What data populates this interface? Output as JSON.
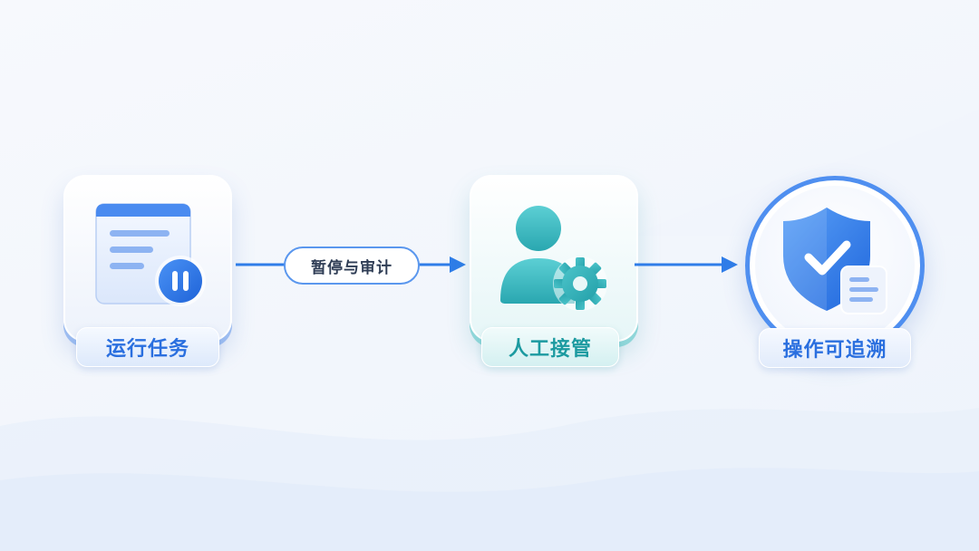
{
  "nodes": [
    {
      "label": "运行任务",
      "icon": "task-pause-icon"
    },
    {
      "label": "人工接管",
      "icon": "user-gear-icon"
    },
    {
      "label": "操作可追溯",
      "icon": "shield-check-icon"
    }
  ],
  "edges": [
    {
      "from": "运行任务",
      "to": "人工接管",
      "label": "暂停与审计"
    },
    {
      "from": "人工接管",
      "to": "操作可追溯",
      "label": ""
    }
  ],
  "colors": {
    "primary_blue": "#2f7de8",
    "teal": "#3cbcc4",
    "label_dark": "#2f3d55"
  }
}
